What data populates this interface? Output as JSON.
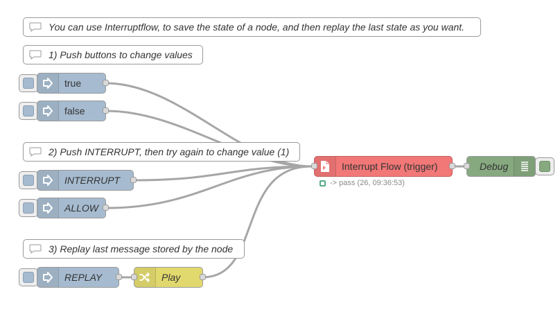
{
  "comments": {
    "intro": "You can use Interruptflow, to save the state of a node, and then replay the last state as you want.",
    "step1": "1) Push buttons to change values",
    "step2": "2) Push INTERRUPT, then try again to change value (1)",
    "step3": "3) Replay last message stored by the node"
  },
  "nodes": {
    "inject_true": {
      "label": "true",
      "icon": "arrow-right-icon"
    },
    "inject_false": {
      "label": "false",
      "icon": "arrow-right-icon"
    },
    "inject_interrupt": {
      "label": "INTERRUPT",
      "icon": "arrow-right-icon"
    },
    "inject_allow": {
      "label": "ALLOW",
      "icon": "arrow-right-icon"
    },
    "inject_replay": {
      "label": "REPLAY",
      "icon": "arrow-right-icon"
    },
    "change_play": {
      "label": "Play",
      "icon": "shuffle-icon"
    },
    "trigger": {
      "label": "Interrupt Flow (trigger)",
      "icon": "document-icon"
    },
    "debug": {
      "label": "Debug",
      "icon": "list-icon"
    }
  },
  "status": {
    "trigger": "-> pass (26, 09:36:53)"
  },
  "colors": {
    "inject": "#a6bbcf",
    "change": "#e2d96e",
    "trigger": "#f27777",
    "debug": "#87a980",
    "wire": "#a6a6a6",
    "status_dot": "#55aa88"
  }
}
